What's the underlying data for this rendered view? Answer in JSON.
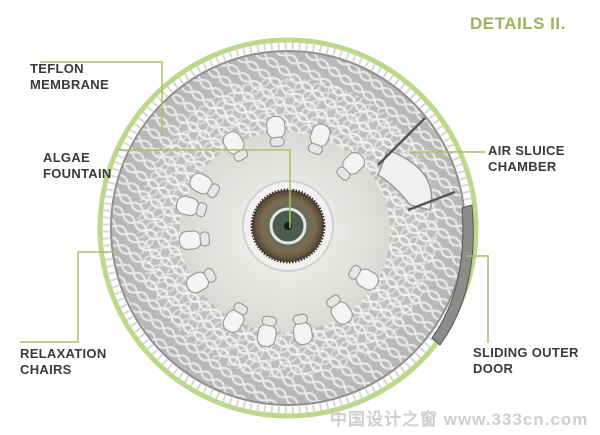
{
  "title": "DETAILS II.",
  "labels": {
    "teflon": [
      "TEFLON",
      "MEMBRANE"
    ],
    "algae": [
      "ALGAE",
      "FOUNTAIN"
    ],
    "relaxation": [
      "RELAXATION",
      "CHAIRS"
    ],
    "air_sluice": [
      "AIR SLUICE",
      "CHAMBER"
    ],
    "sliding_door": [
      "SLIDING OUTER",
      "DOOR"
    ]
  },
  "watermark": "中国设计之窗 www.333cn.com",
  "colors": {
    "accent": "#9bb35a",
    "leader": "#a9bf6a",
    "label_text": "#3a3a3a",
    "membrane": "#bcd98a",
    "shell": "#cfcfcf",
    "shell_dark": "#9a9a9a",
    "lattice": "#f2f2f2",
    "floor": "#ececea",
    "eye_brown": "#6a5a45",
    "eye_green": "#4a5a4a",
    "chair": "#f4f4f2"
  }
}
